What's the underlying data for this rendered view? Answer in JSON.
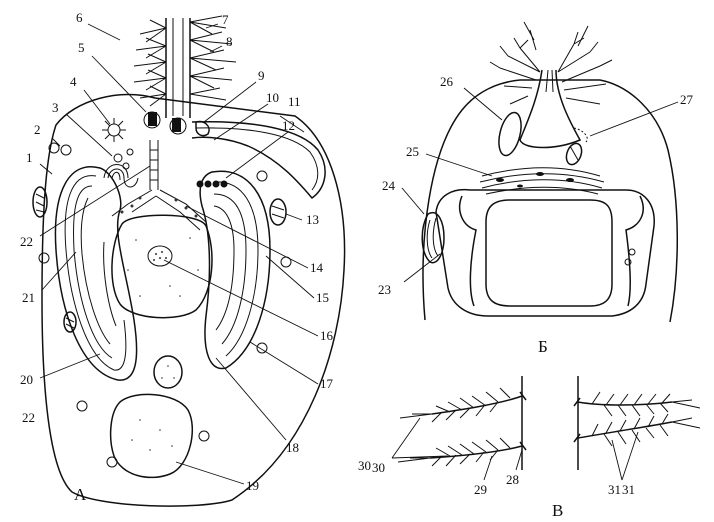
{
  "figure": {
    "labels": [
      "1",
      "2",
      "3",
      "4",
      "5",
      "6",
      "7",
      "8",
      "9",
      "10",
      "11",
      "12",
      "13",
      "14",
      "15",
      "16",
      "17",
      "18",
      "19",
      "20",
      "21",
      "22",
      "22",
      "23",
      "24",
      "25",
      "26",
      "27",
      "28",
      "29",
      "30",
      "30",
      "31",
      "31"
    ],
    "panels": [
      "А",
      "Б",
      "В"
    ]
  }
}
